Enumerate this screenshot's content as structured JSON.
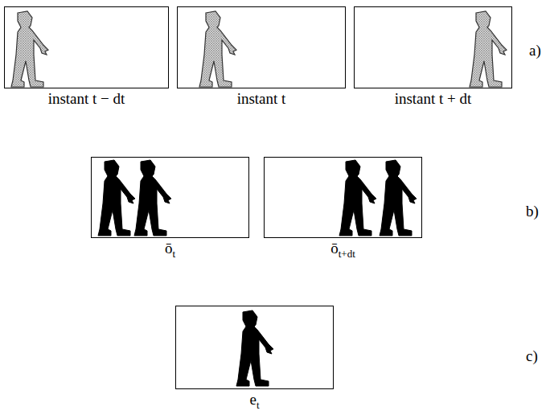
{
  "diagram": {
    "nodes": [
      {
        "text": [
          "instant t − dt"
        ]
      },
      {
        "text": [
          "instant t"
        ]
      },
      {
        "text": [
          "instant t + dt"
        ]
      },
      {
        "text": [
          "ō",
          "t"
        ]
      },
      {
        "text": [
          "ō",
          "t+dt"
        ]
      },
      {
        "text": [
          "e",
          "t"
        ]
      }
    ],
    "labels": [
      "a)",
      "b)",
      "c)"
    ]
  }
}
